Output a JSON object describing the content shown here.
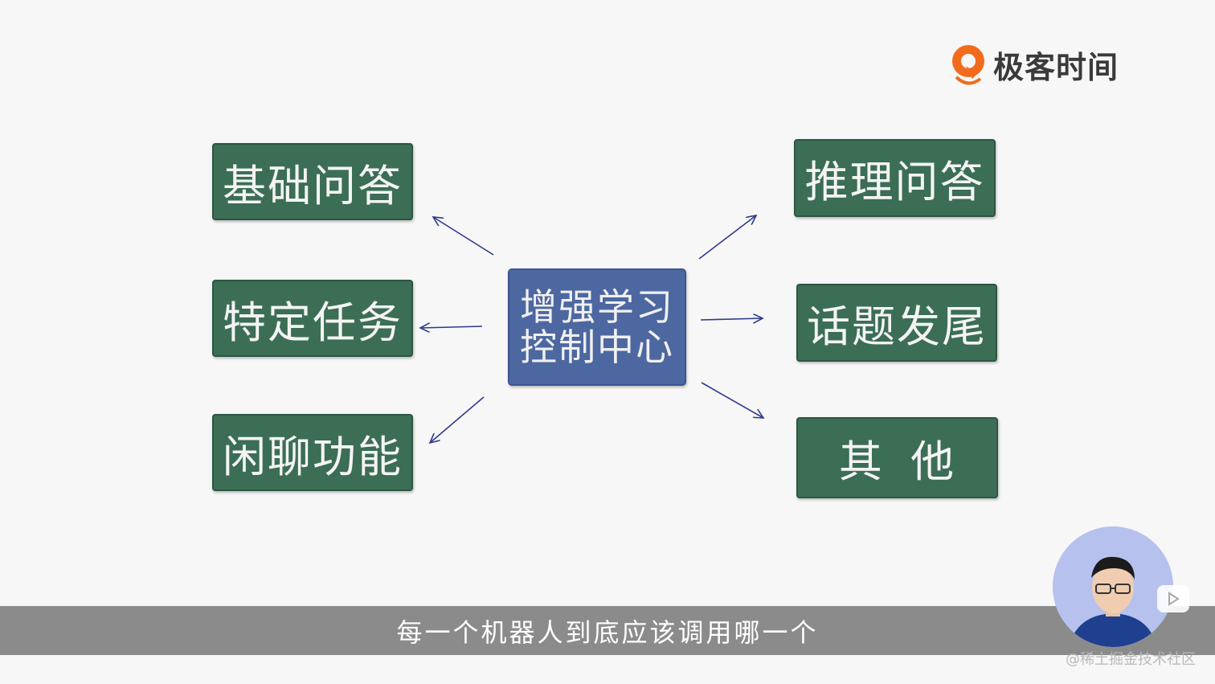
{
  "brand": {
    "name": "极客时间",
    "accent": "#f26b1d"
  },
  "center": {
    "line1": "增强学习",
    "line2": "控制中心",
    "color": "#4d67a1"
  },
  "left_nodes": [
    "基础问答",
    "特定任务",
    "闲聊功能"
  ],
  "right_nodes": [
    "推理问答",
    "话题发尾",
    "其 他"
  ],
  "node_color": "#3b6e55",
  "caption": "每一个机器人到底应该调用哪一个",
  "watermark": "@稀土掘金技术社区",
  "icons": {
    "play": "play-icon",
    "avatar": "speaker-avatar"
  }
}
